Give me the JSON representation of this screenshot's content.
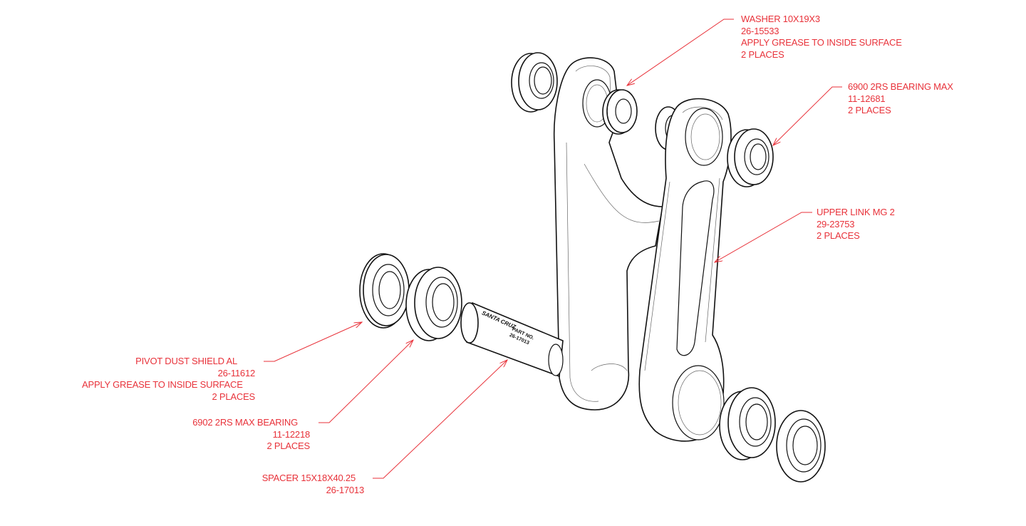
{
  "callouts": {
    "washer": {
      "name": "WASHER 10X19X3",
      "part_no": "26-15533",
      "note": "APPLY GREASE TO INSIDE SURFACE",
      "qty": "2 PLACES"
    },
    "bearing_6900": {
      "name": "6900 2RS BEARING MAX",
      "part_no": "11-12681",
      "qty": "2 PLACES"
    },
    "upper_link": {
      "name": "UPPER LINK MG 2",
      "part_no": "29-23753",
      "qty": "2 PLACES"
    },
    "dust_shield": {
      "name": "PIVOT DUST SHIELD AL",
      "part_no": "26-11612",
      "note": "APPLY GREASE TO INSIDE SURFACE",
      "qty": "2 PLACES"
    },
    "bearing_6902": {
      "name": "6902 2RS MAX BEARING",
      "part_no": "11-12218",
      "qty": "2 PLACES"
    },
    "spacer": {
      "name": "SPACER 15X18X40.25",
      "part_no": "26-17013"
    }
  },
  "spacer_marking": {
    "logo": "SANTA CRUZ",
    "label": "PART NO.",
    "part_no": "26-17013"
  },
  "colors": {
    "callout": "#e8323a",
    "linework": "#111111"
  }
}
